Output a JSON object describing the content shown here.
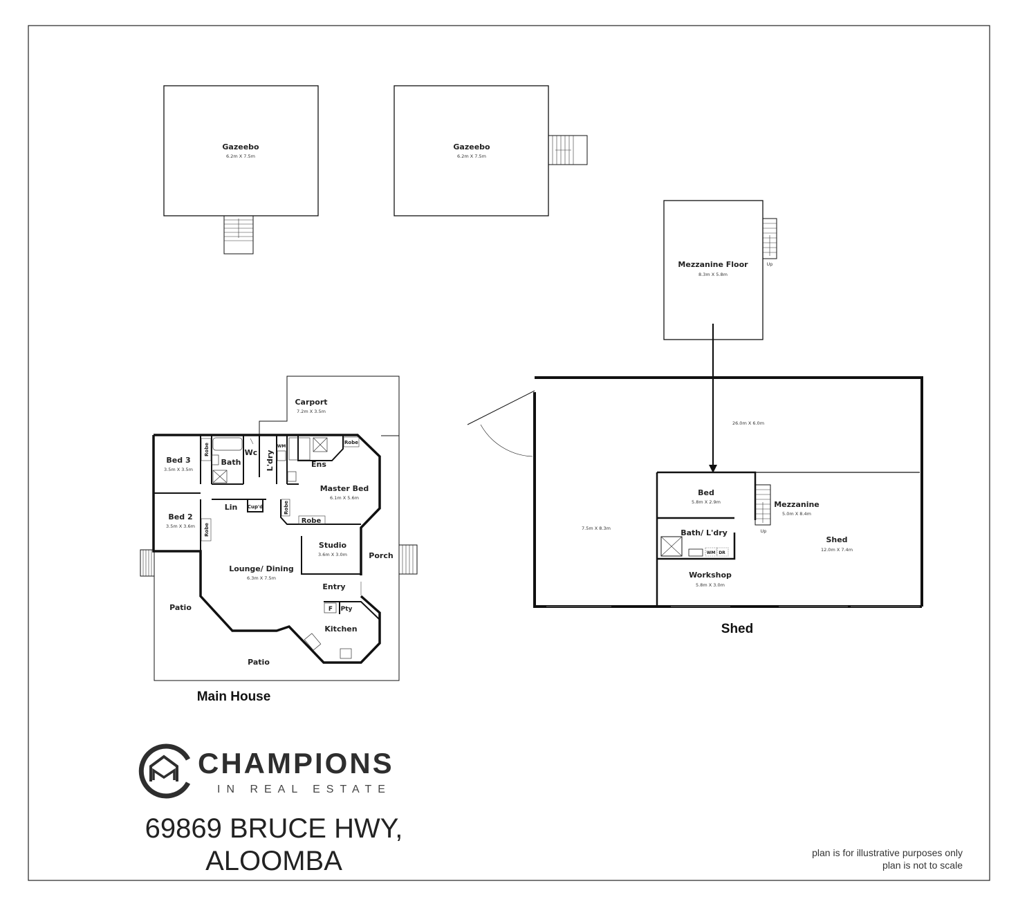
{
  "gazebo_left": {
    "name": "Gazeebo",
    "dim": "6.2m X 7.5m"
  },
  "gazebo_right": {
    "name": "Gazeebo",
    "dim": "6.2m X 7.5m"
  },
  "mezzanine_floor": {
    "name": "Mezzanine Floor",
    "dim": "8.3m X 5.8m",
    "stair": "Up"
  },
  "main_house": {
    "label": "Main House",
    "carport": {
      "name": "Carport",
      "dim": "7.2m X 3.5m"
    },
    "bed3": {
      "name": "Bed 3",
      "dim": "3.5m X 3.5m"
    },
    "bed2": {
      "name": "Bed 2",
      "dim": "3.5m X 3.6m"
    },
    "robe": "Robe",
    "bath": "Bath",
    "wc": "Wc",
    "ldry": "L'dry",
    "wm": "WM",
    "ens": "Ens",
    "master_bed": {
      "name": "Master Bed",
      "dim": "6.1m X 5.6m"
    },
    "lin": "Lin",
    "cupd": "Cup'd",
    "studio": {
      "name": "Studio",
      "dim": "3.6m X 3.0m"
    },
    "porch": "Porch",
    "lounge": {
      "name": "Lounge/ Dining",
      "dim": "6.3m X 7.5m"
    },
    "entry": "Entry",
    "f": "F",
    "pty": "Pty",
    "kitchen": "Kitchen",
    "patio_left": "Patio",
    "patio_bottom": "Patio"
  },
  "shed": {
    "label": "Shed",
    "top_dim": "26.0m X 6.0m",
    "left_dim": "7.5m X 8.3m",
    "bed": {
      "name": "Bed",
      "dim": "5.8m X 2.9m"
    },
    "mezzanine": {
      "name": "Mezzanine",
      "dim": "5.0m X 8.4m",
      "stair": "Up"
    },
    "bath_ldry": "Bath/ L'dry",
    "wm": "WM",
    "dr": "DR",
    "shed_room": {
      "name": "Shed",
      "dim": "12.0m X 7.4m"
    },
    "workshop": {
      "name": "Workshop",
      "dim": "5.8m X 3.0m"
    }
  },
  "brand": {
    "name": "CHAMPIONS",
    "tagline": "IN REAL ESTATE"
  },
  "address": {
    "line1": "69869 BRUCE HWY,",
    "line2": "ALOOMBA"
  },
  "disclaimer": {
    "line1": "plan is for illustrative purposes only",
    "line2": "plan is not to scale"
  },
  "colors": {
    "wall": "#111111",
    "text": "#222222",
    "logo": "#2e2e2e"
  }
}
